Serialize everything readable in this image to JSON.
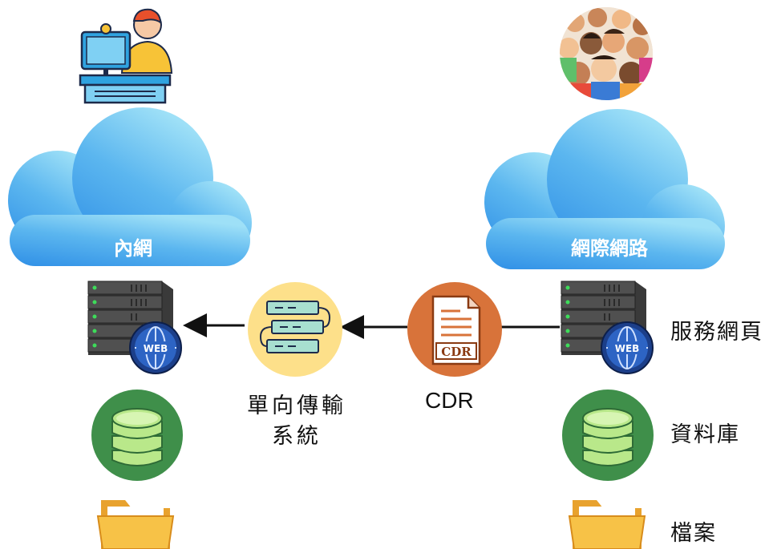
{
  "left": {
    "cloud_label": "內網",
    "icons": [
      "operator-at-desk-icon",
      "web-server-icon",
      "database-icon",
      "folder-icon"
    ]
  },
  "right": {
    "cloud_label": "網際網路",
    "icons": [
      "crowd-icon",
      "web-server-icon",
      "database-icon",
      "folder-icon"
    ],
    "labels": {
      "web": "服務網頁",
      "db": "資料庫",
      "file": "檔案"
    }
  },
  "middle": {
    "oneway_label_line1": "單向傳輸",
    "oneway_label_line2": "系統",
    "cdr_label": "CDR",
    "cdr_doc_text": "CDR",
    "web_badge_text": "WEB"
  },
  "colors": {
    "cloud_light": "#7fd0f3",
    "cloud_dark": "#2f8fe6",
    "oneway_circle": "#fde08a",
    "cdr_circle": "#d8733a",
    "db_green": "#3f8f4a",
    "folder": "#f5b740",
    "globe": "#2d64c4"
  }
}
